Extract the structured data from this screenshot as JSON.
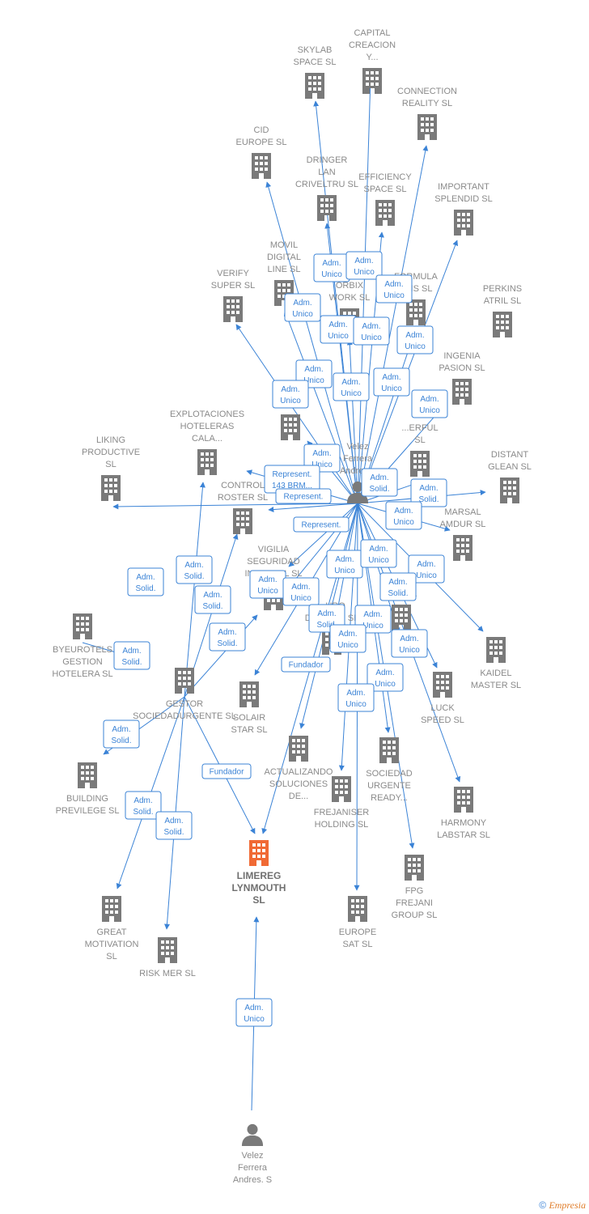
{
  "colors": {
    "edge": "#3b83d6",
    "node": "#7a7a7a",
    "focus": "#f06a35",
    "label": "#8a8a8a"
  },
  "persons": [
    {
      "id": "p1",
      "lines": [
        "Velez",
        "Ferrera",
        "Andres..."
      ]
    },
    {
      "id": "p2",
      "lines": [
        "Velez",
        "Ferrera",
        "Andres.  S"
      ]
    }
  ],
  "companies": [
    {
      "id": "c1",
      "lines": [
        "CAPITAL",
        "CREACION",
        "Y..."
      ]
    },
    {
      "id": "c2",
      "lines": [
        "SKYLAB",
        "SPACE  SL"
      ]
    },
    {
      "id": "c3",
      "lines": [
        "CONNECTION",
        "REALITY  SL"
      ]
    },
    {
      "id": "c4",
      "lines": [
        "CID",
        "EUROPE  SL"
      ]
    },
    {
      "id": "c5",
      "lines": [
        "DRINGER",
        "LAN",
        "CRIVELTRU  SL"
      ]
    },
    {
      "id": "c6",
      "lines": [
        "EFFICIENCY",
        "SPACE  SL"
      ]
    },
    {
      "id": "c7",
      "lines": [
        "IMPORTANT",
        "SPLENDID  SL"
      ]
    },
    {
      "id": "c8",
      "lines": [
        "MOVIL",
        "DIGITAL",
        "LINE  SL"
      ]
    },
    {
      "id": "c9",
      "lines": [
        "FORMULA",
        "...NS  SL"
      ]
    },
    {
      "id": "c10",
      "lines": [
        "VERIFY",
        "SUPER  SL"
      ]
    },
    {
      "id": "c11",
      "lines": [
        "ORBIX",
        "WORK  SL"
      ]
    },
    {
      "id": "c12",
      "lines": [
        "PERKINS",
        "ATRIL  SL"
      ]
    },
    {
      "id": "c13",
      "lines": [
        "INGENIA",
        "PASION  SL"
      ]
    },
    {
      "id": "c14",
      "lines": [
        "LE...  SL"
      ]
    },
    {
      "id": "c15",
      "lines": [
        "EXPLOTACIONES",
        "HOTELERAS",
        "CALA..."
      ]
    },
    {
      "id": "c16",
      "lines": [
        "...ERFUL",
        "SL"
      ]
    },
    {
      "id": "c17",
      "lines": [
        "LIKING",
        "PRODUCTIVE",
        "SL"
      ]
    },
    {
      "id": "c18",
      "lines": [
        "DISTANT",
        "GLEAN  SL"
      ]
    },
    {
      "id": "c19",
      "lines": [
        "CONTROL",
        "ROSTER  SL"
      ]
    },
    {
      "id": "c20",
      "lines": [
        "MARSAL",
        "AMDUR  SL"
      ]
    },
    {
      "id": "c21",
      "lines": [
        "VIGILIA",
        "SEGURIDAD",
        "INTEGRAL  SL"
      ]
    },
    {
      "id": "c22",
      "lines": [
        "BYEUROTELS",
        "GESTION",
        "HOTELERA  SL"
      ]
    },
    {
      "id": "c23",
      "lines": [
        "...URO",
        "DEFINITE  SL"
      ]
    },
    {
      "id": "c24",
      "lines": [
        "...TI",
        "SCAR..."
      ]
    },
    {
      "id": "c25",
      "lines": [
        "KAIDEL",
        "MASTER  SL"
      ]
    },
    {
      "id": "c26",
      "lines": [
        "GESTOR",
        "SOCIEDADURGENTE  SL"
      ]
    },
    {
      "id": "c27",
      "lines": [
        "SOLAIR",
        "STAR  SL"
      ]
    },
    {
      "id": "c28",
      "lines": [
        "LUCK",
        "SPEED  SL"
      ]
    },
    {
      "id": "c29",
      "lines": [
        "ACTUALIZANDO",
        "SOLUCIONES",
        "DE..."
      ]
    },
    {
      "id": "c30",
      "lines": [
        "SOCIEDAD",
        "URGENTE",
        "READY..."
      ]
    },
    {
      "id": "c31",
      "lines": [
        "FREJANISER",
        "HOLDING  SL"
      ]
    },
    {
      "id": "c32",
      "lines": [
        "HARMONY",
        "LABSTAR SL"
      ]
    },
    {
      "id": "c33",
      "lines": [
        "BUILDING",
        "PREVILEGE  SL"
      ]
    },
    {
      "id": "c34",
      "lines": [
        "LIMEREG",
        "LYNMOUTH",
        "SL"
      ],
      "focus": true
    },
    {
      "id": "c35",
      "lines": [
        "FPG",
        "FREJANI",
        "GROUP  SL"
      ]
    },
    {
      "id": "c36",
      "lines": [
        "GREAT",
        "MOTIVATION",
        "SL"
      ]
    },
    {
      "id": "c37",
      "lines": [
        "EUROPE",
        "SAT  SL"
      ]
    },
    {
      "id": "c38",
      "lines": [
        "RISK MER  SL"
      ]
    }
  ],
  "badges": [
    {
      "lines": [
        "Adm.",
        "Unico"
      ]
    },
    {
      "lines": [
        "Adm.",
        "Unico"
      ]
    },
    {
      "lines": [
        "Adm.",
        "Unico"
      ]
    },
    {
      "lines": [
        "Adm.",
        "Unico"
      ]
    },
    {
      "lines": [
        "Adm.",
        "Unico"
      ]
    },
    {
      "lines": [
        "Adm.",
        "Unico"
      ]
    },
    {
      "lines": [
        "Adm.",
        "Unico"
      ]
    },
    {
      "lines": [
        "Adm.",
        "Unico"
      ]
    },
    {
      "lines": [
        "Adm.",
        "Unico"
      ]
    },
    {
      "lines": [
        "Adm.",
        "Unico"
      ]
    },
    {
      "lines": [
        "Adm.",
        "Unico"
      ]
    },
    {
      "lines": [
        "Adm.",
        "Unico"
      ]
    },
    {
      "lines": [
        "Adm.",
        "Solid."
      ]
    },
    {
      "lines": [
        "Adm.",
        "Unico"
      ]
    },
    {
      "lines": [
        "Represent.",
        "143 BRM..."
      ]
    },
    {
      "lines": [
        "Represent."
      ]
    },
    {
      "lines": [
        "Adm.",
        "Solid."
      ]
    },
    {
      "lines": [
        "Adm.",
        "Unico"
      ]
    },
    {
      "lines": [
        "Adm.",
        "Solid."
      ]
    },
    {
      "lines": [
        "Represent."
      ]
    },
    {
      "lines": [
        "Adm.",
        "Solid."
      ]
    },
    {
      "lines": [
        "Adm.",
        "Unico"
      ]
    },
    {
      "lines": [
        "Adm.",
        "Solid."
      ]
    },
    {
      "lines": [
        "Adm.",
        "Unico"
      ]
    },
    {
      "lines": [
        "Adm.",
        "Unico"
      ]
    },
    {
      "lines": [
        "Adm.",
        "Solid."
      ]
    },
    {
      "lines": [
        "Adm.",
        "Solid."
      ]
    },
    {
      "lines": [
        "Adm.",
        "Unico"
      ]
    },
    {
      "lines": [
        "Adm.",
        "Unico"
      ]
    },
    {
      "lines": [
        "Adm.",
        "Solid."
      ]
    },
    {
      "lines": [
        "Adm.",
        "Solid."
      ]
    },
    {
      "lines": [
        "Adm.",
        "Unico"
      ]
    },
    {
      "lines": [
        "Adm.",
        "Unico"
      ]
    },
    {
      "lines": [
        "Adm.",
        "Unico"
      ]
    },
    {
      "lines": [
        "Fundador"
      ]
    },
    {
      "lines": [
        "Adm.",
        "Unico"
      ]
    },
    {
      "lines": [
        "Adm.",
        "Unico"
      ]
    },
    {
      "lines": [
        "Adm.",
        "Solid."
      ]
    },
    {
      "lines": [
        "Fundador"
      ]
    },
    {
      "lines": [
        "Adm.",
        "Solid."
      ]
    },
    {
      "lines": [
        "Adm.",
        "Solid."
      ]
    },
    {
      "lines": [
        "Adm.",
        "Unico"
      ]
    }
  ],
  "footer": {
    "copyright": "©",
    "brand": "Empresia"
  }
}
